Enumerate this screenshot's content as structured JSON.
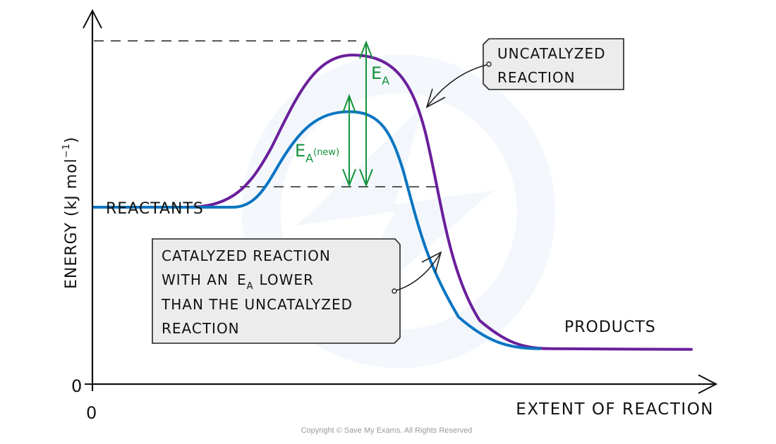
{
  "chart_data": {
    "type": "line",
    "title": "",
    "xlabel": "EXTENT OF REACTION",
    "ylabel": "ENERGY (kJ mol⁻¹)",
    "ylabel_parts": {
      "main": "ENERGY  (kJ mol",
      "sup": "−1",
      "close": ")"
    },
    "x_origin_label": "0",
    "y_origin_label": "0",
    "grid": false,
    "series": [
      {
        "name": "Uncatalyzed reaction",
        "color": "#6b1f9b",
        "reactant_energy": 0.5,
        "peak_energy": 0.93,
        "product_energy": 0.1
      },
      {
        "name": "Catalyzed reaction",
        "color": "#0a75c2",
        "reactant_energy": 0.5,
        "peak_energy": 0.77,
        "product_energy": 0.1
      }
    ],
    "energy_units": "relative (0 = axis origin, 1 = top of axis range)",
    "annotations": {
      "reactants": "REACTANTS",
      "products": "PRODUCTS",
      "ea": {
        "main": "E",
        "sub": "A"
      },
      "ea_new": {
        "main": "E",
        "sub": "A",
        "suffix": "(new)"
      },
      "arrow_color": "#12923a",
      "uncatalyzed_callout": [
        "UNCATALYZED",
        "REACTION"
      ],
      "catalyzed_callout": {
        "line1": "CATALYZED  REACTION",
        "line2_a": "WITH  AN",
        "line2_ea_main": "E",
        "line2_ea_sub": "A",
        "line2_b": "LOWER",
        "line3": "THAN  THE  UNCATALYZED",
        "line4": "REACTION"
      }
    }
  },
  "footer": {
    "copyright": "Copyright © Save My Exams. All Rights Reserved"
  }
}
